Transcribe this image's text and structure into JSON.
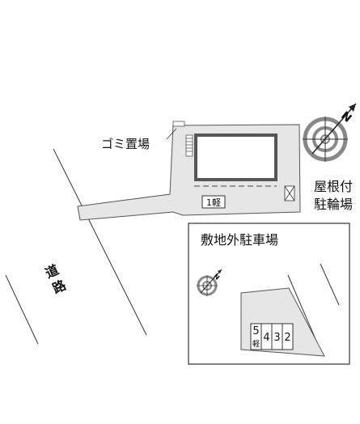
{
  "labels": {
    "garbage": "ゴミ置場",
    "bicycle_line1": "屋根付",
    "bicycle_line2": "駐輪場",
    "road_char1": "道",
    "road_char2": "路",
    "parking_main": "1軽",
    "inset_title": "敷地外駐車場",
    "compass_n": "N"
  },
  "inset_spaces": [
    {
      "num": "5",
      "sub": "軽"
    },
    {
      "num": "4",
      "sub": ""
    },
    {
      "num": "3",
      "sub": ""
    },
    {
      "num": "2",
      "sub": ""
    }
  ],
  "colors": {
    "lot_fill": "#e6e6e6",
    "building_fill": "#ffffff",
    "building_border": "#555555",
    "line": "#333333"
  }
}
